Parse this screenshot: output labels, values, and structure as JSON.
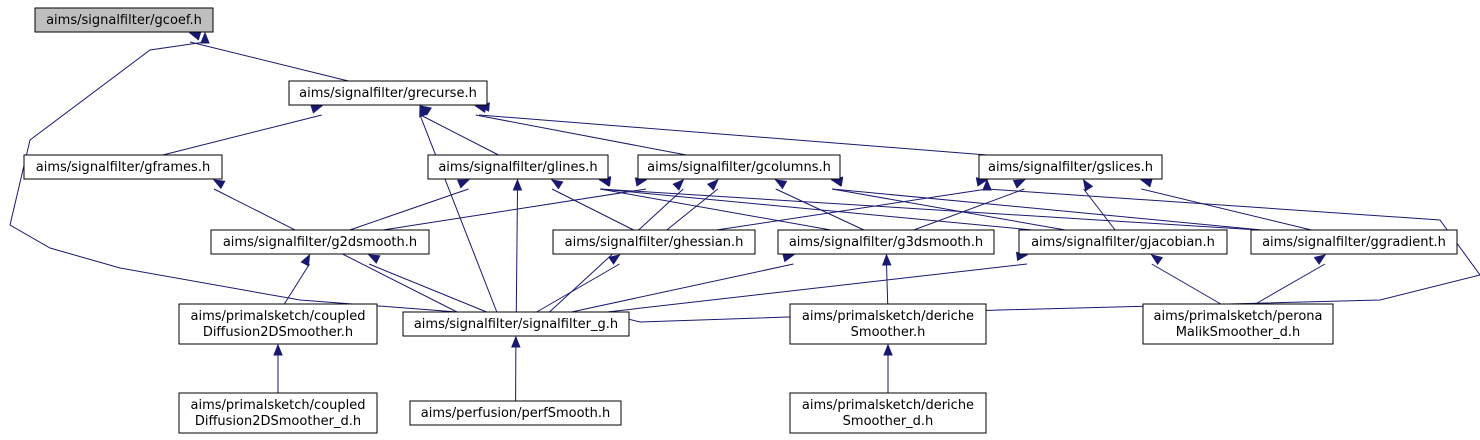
{
  "nodes": [
    {
      "id": "gcoef",
      "lines": [
        "aims/signalfilter/gcoef.h"
      ],
      "root": true
    },
    {
      "id": "grecurse",
      "lines": [
        "aims/signalfilter/grecurse.h"
      ]
    },
    {
      "id": "gframes",
      "lines": [
        "aims/signalfilter/gframes.h"
      ]
    },
    {
      "id": "glines",
      "lines": [
        "aims/signalfilter/glines.h"
      ]
    },
    {
      "id": "gcolumns",
      "lines": [
        "aims/signalfilter/gcolumns.h"
      ]
    },
    {
      "id": "gslices",
      "lines": [
        "aims/signalfilter/gslices.h"
      ]
    },
    {
      "id": "g2dsmooth",
      "lines": [
        "aims/signalfilter/g2dsmooth.h"
      ]
    },
    {
      "id": "ghessian",
      "lines": [
        "aims/signalfilter/ghessian.h"
      ]
    },
    {
      "id": "g3dsmooth",
      "lines": [
        "aims/signalfilter/g3dsmooth.h"
      ]
    },
    {
      "id": "gjacobian",
      "lines": [
        "aims/signalfilter/gjacobian.h"
      ]
    },
    {
      "id": "ggradient",
      "lines": [
        "aims/signalfilter/ggradient.h"
      ]
    },
    {
      "id": "coupled",
      "lines": [
        "aims/primalsketch/coupled",
        "Diffusion2DSmoother.h"
      ]
    },
    {
      "id": "signalfilter_g",
      "lines": [
        "aims/signalfilter/signalfilter_g.h"
      ]
    },
    {
      "id": "deriche",
      "lines": [
        "aims/primalsketch/deriche",
        "Smoother.h"
      ]
    },
    {
      "id": "perona",
      "lines": [
        "aims/primalsketch/perona",
        "MalikSmoother_d.h"
      ]
    },
    {
      "id": "coupled_d",
      "lines": [
        "aims/primalsketch/coupled",
        "Diffusion2DSmoother_d.h"
      ]
    },
    {
      "id": "perfsmooth",
      "lines": [
        "aims/perfusion/perfSmooth.h"
      ]
    },
    {
      "id": "deriche_d",
      "lines": [
        "aims/primalsketch/deriche",
        "Smoother_d.h"
      ]
    }
  ],
  "edges": [
    {
      "from": "grecurse",
      "to": "gcoef"
    },
    {
      "from": "signalfilter_g",
      "to": "gcoef"
    },
    {
      "from": "gframes",
      "to": "grecurse"
    },
    {
      "from": "glines",
      "to": "grecurse"
    },
    {
      "from": "gcolumns",
      "to": "grecurse"
    },
    {
      "from": "gslices",
      "to": "grecurse"
    },
    {
      "from": "signalfilter_g",
      "to": "grecurse"
    },
    {
      "from": "signalfilter_g",
      "to": "gframes"
    },
    {
      "from": "g2dsmooth",
      "to": "glines"
    },
    {
      "from": "ghessian",
      "to": "glines"
    },
    {
      "from": "g3dsmooth",
      "to": "glines"
    },
    {
      "from": "gjacobian",
      "to": "glines"
    },
    {
      "from": "ggradient",
      "to": "glines"
    },
    {
      "from": "signalfilter_g",
      "to": "glines"
    },
    {
      "from": "g2dsmooth",
      "to": "gcolumns"
    },
    {
      "from": "ghessian",
      "to": "gcolumns"
    },
    {
      "from": "g3dsmooth",
      "to": "gcolumns"
    },
    {
      "from": "gjacobian",
      "to": "gcolumns"
    },
    {
      "from": "ggradient",
      "to": "gcolumns"
    },
    {
      "from": "signalfilter_g",
      "to": "gcolumns"
    },
    {
      "from": "ghessian",
      "to": "gslices"
    },
    {
      "from": "g3dsmooth",
      "to": "gslices"
    },
    {
      "from": "gjacobian",
      "to": "gslices"
    },
    {
      "from": "ggradient",
      "to": "gslices"
    },
    {
      "from": "signalfilter_g",
      "to": "gslices"
    },
    {
      "from": "coupled",
      "to": "g2dsmooth"
    },
    {
      "from": "signalfilter_g",
      "to": "g2dsmooth"
    },
    {
      "from": "signalfilter_g",
      "to": "ghessian"
    },
    {
      "from": "signalfilter_g",
      "to": "g3dsmooth"
    },
    {
      "from": "deriche",
      "to": "g3dsmooth"
    },
    {
      "from": "signalfilter_g",
      "to": "gjacobian"
    },
    {
      "from": "perona",
      "to": "gjacobian"
    },
    {
      "from": "perona",
      "to": "ggradient"
    },
    {
      "from": "coupled_d",
      "to": "coupled"
    },
    {
      "from": "perfsmooth",
      "to": "signalfilter_g"
    },
    {
      "from": "deriche_d",
      "to": "deriche"
    }
  ]
}
